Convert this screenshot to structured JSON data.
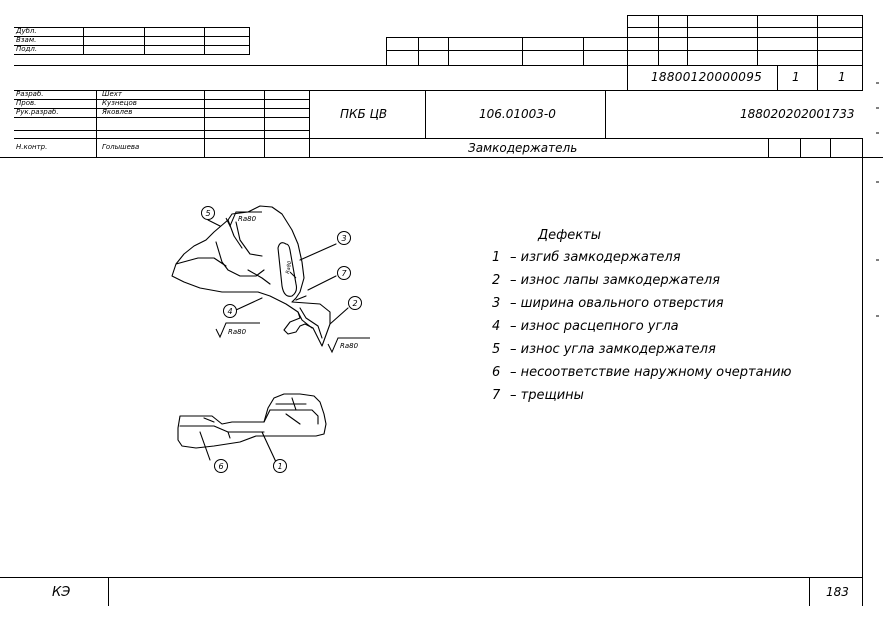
{
  "approval_rows": [
    "Дубл.",
    "Взам.",
    "Подл."
  ],
  "sheet_code": "18800120000095",
  "sheet_num_a": "1",
  "sheet_num_b": "1",
  "signatures": [
    {
      "role": "Разраб.",
      "name": "Шехт"
    },
    {
      "role": "Пров.",
      "name": "Кузнецов"
    },
    {
      "role": "Рук.разраб.",
      "name": "Яковлев"
    },
    {
      "role": "",
      "name": ""
    },
    {
      "role": "Н.контр.",
      "name": "Голышева"
    }
  ],
  "organization": "ПКБ ЦВ",
  "document_number": "106.01003-0",
  "document_code": "188020202001733",
  "part_name": "Замкодержатель",
  "defects_title": "Дефекты",
  "defects": [
    {
      "num": "1",
      "text": "– изгиб замкодержателя"
    },
    {
      "num": "2",
      "text": "– износ лапы замкодержателя"
    },
    {
      "num": "3",
      "text": "– ширина овального отверстия"
    },
    {
      "num": "4",
      "text": "– износ расцепного угла"
    },
    {
      "num": "5",
      "text": "– износ угла замкодержателя"
    },
    {
      "num": "6",
      "text": "– несоответствие наружному очертанию"
    },
    {
      "num": "7",
      "text": "– трещины"
    }
  ],
  "callouts": {
    "c1": "1",
    "c2": "2",
    "c3": "3",
    "c4": "4",
    "c5": "5",
    "c6": "6",
    "c7": "7"
  },
  "roughness": {
    "r1": "Rа80",
    "r2": "Rа80",
    "r3": "Rа80",
    "hole": "Rа80"
  },
  "footer_left": "КЭ",
  "footer_page": "183"
}
